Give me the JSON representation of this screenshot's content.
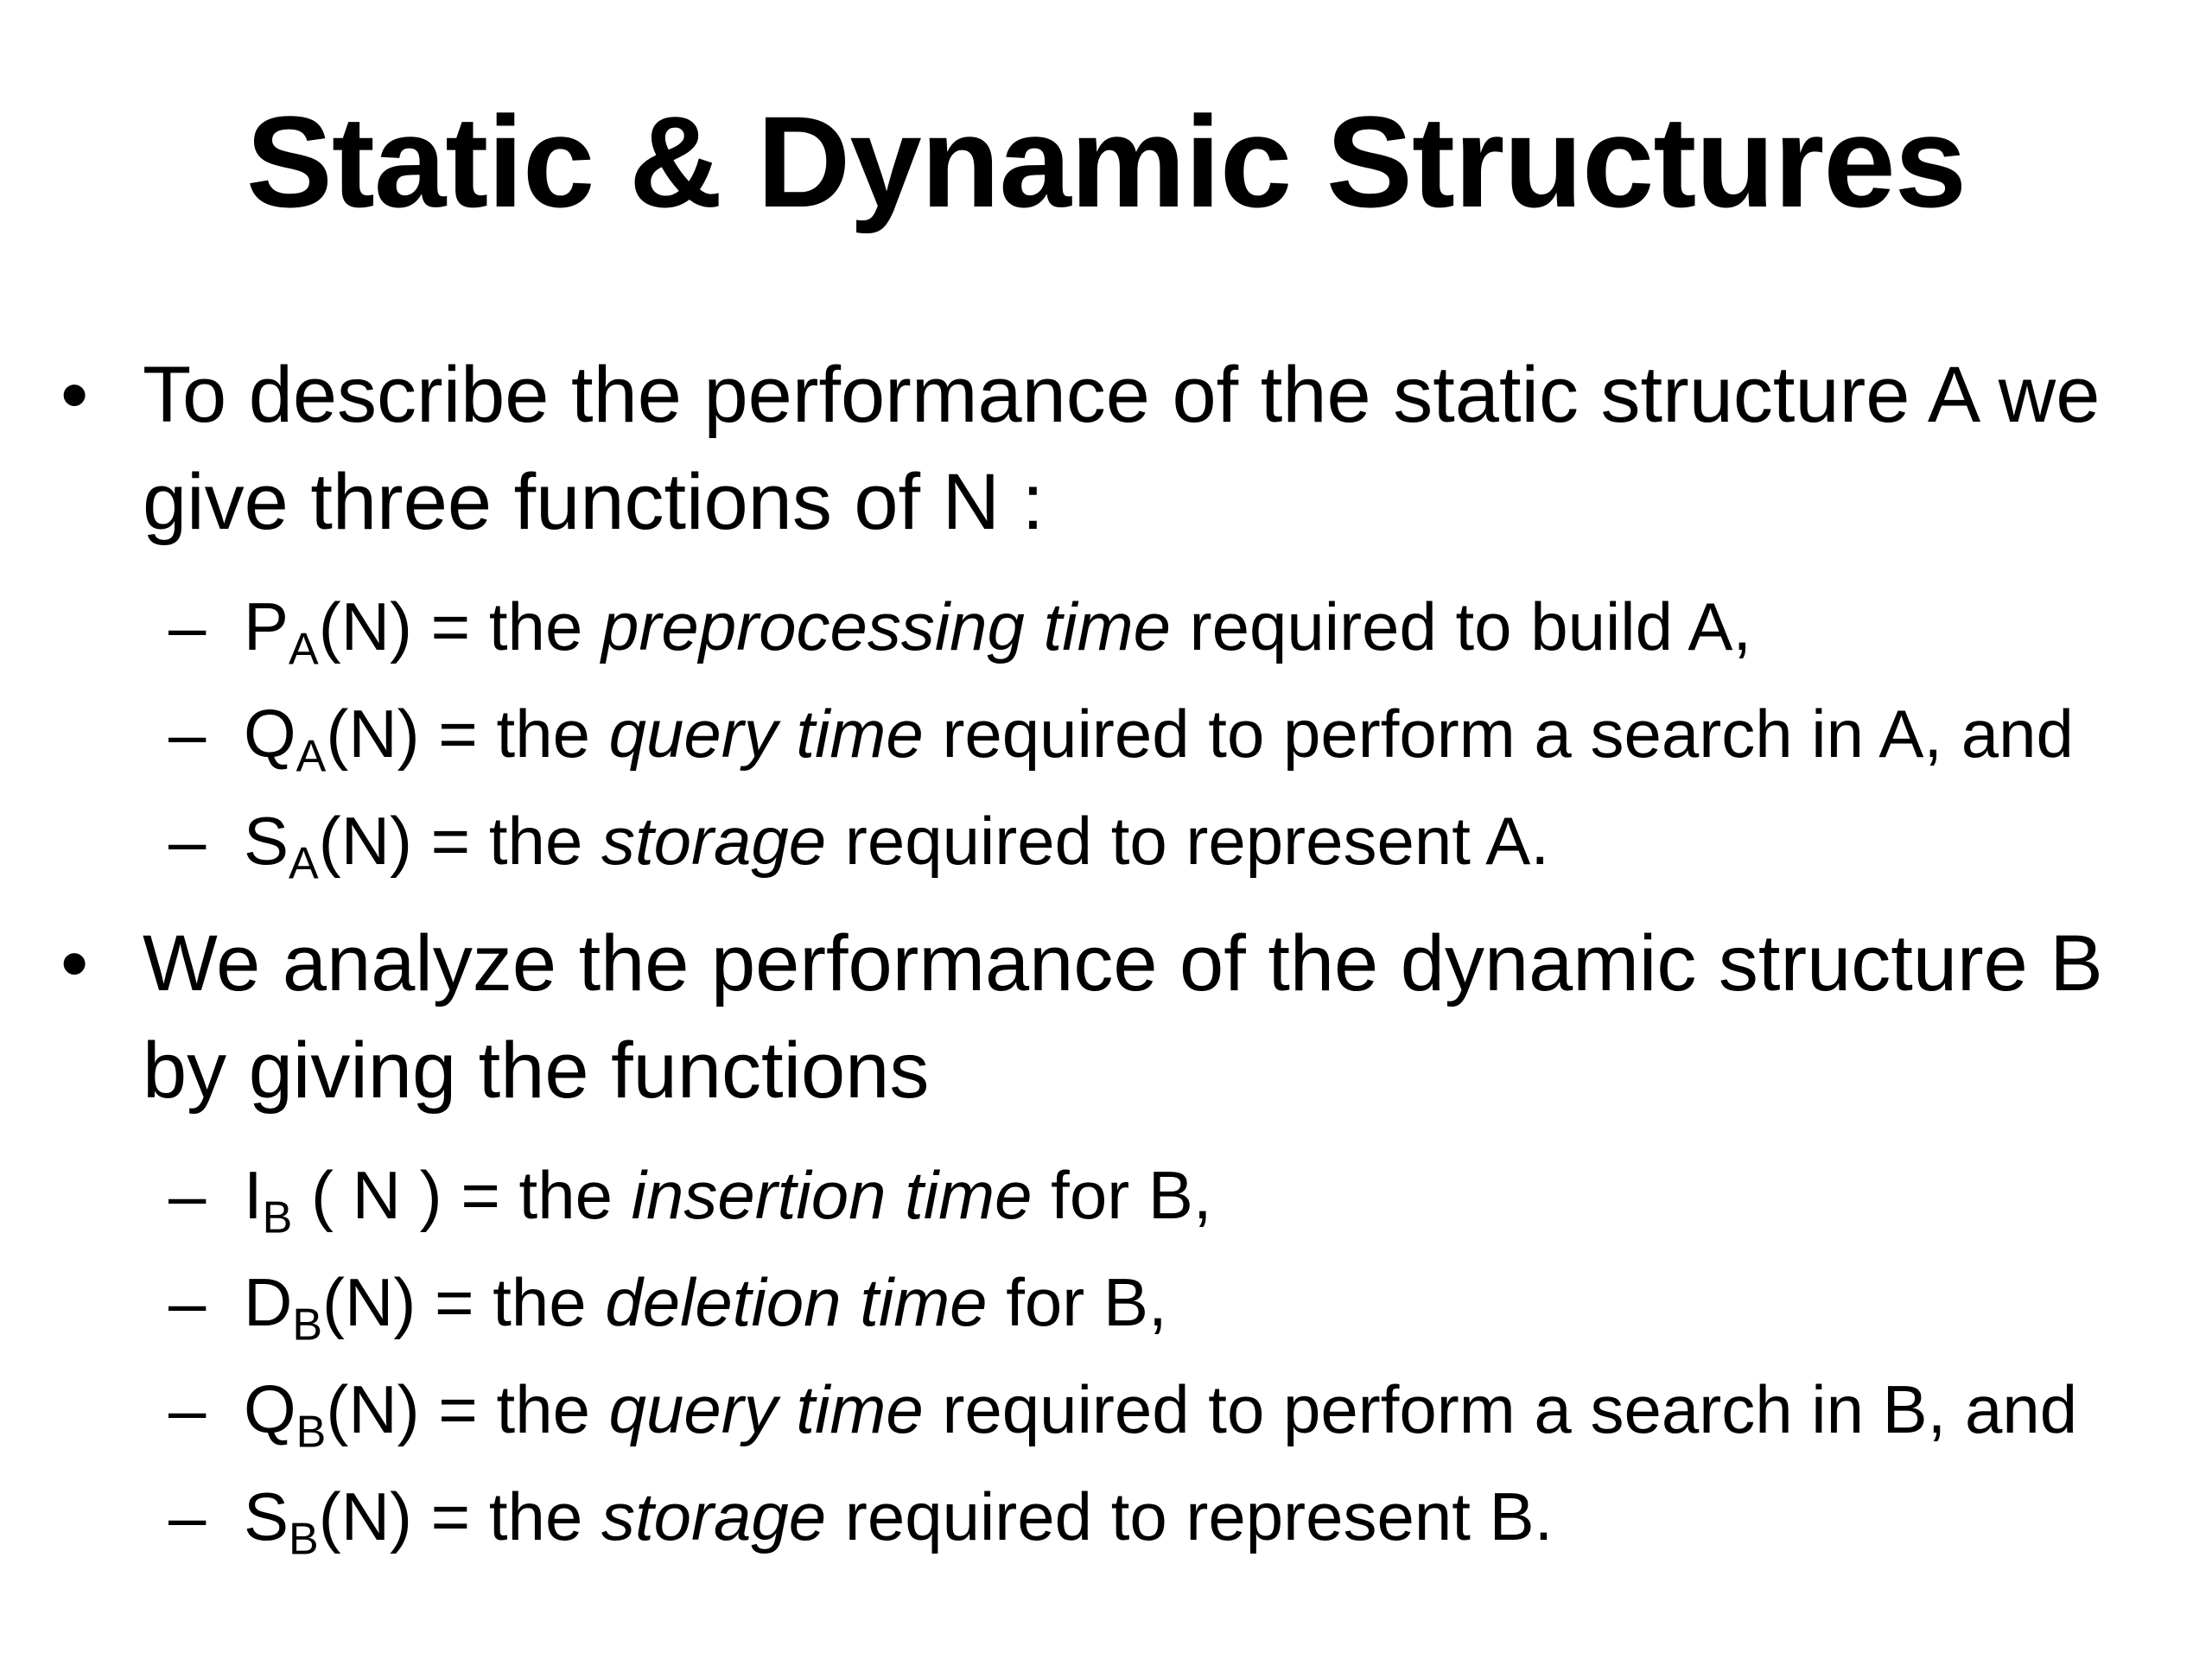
{
  "title": "Static & Dynamic Structures",
  "bullet_symbol": "•",
  "dash_symbol": "–",
  "bullets": [
    {
      "text": "To describe the performance of the static structure A we give three functions of N :",
      "items": [
        {
          "pre": "P",
          "sub": "A",
          "mid": "(N) = the ",
          "em": "preprocessing time",
          "post": " required to build A,"
        },
        {
          "pre": "Q",
          "sub": "A",
          "mid": "(N) = the ",
          "em": "query time",
          "post": " required to perform a search in A, and"
        },
        {
          "pre": "S",
          "sub": "A",
          "mid": "(N) = the ",
          "em": "storage",
          "post": " required to represent A."
        }
      ]
    },
    {
      "text": "We analyze the performance of the dynamic structure B by giving the functions",
      "items": [
        {
          "pre": "I",
          "sub": "B",
          "mid": " ( N ) = the ",
          "em": "insertion time",
          "post": " for B,"
        },
        {
          "pre": "D",
          "sub": "B",
          "mid": "(N) = the ",
          "em": "deletion time",
          "post": " for B,"
        },
        {
          "pre": "Q",
          "sub": "B",
          "mid": "(N) = the ",
          "em": "query time",
          "post": " required to perform a search in B, and"
        },
        {
          "pre": "S",
          "sub": "B",
          "mid": "(N) = the ",
          "em": "storage",
          "post": " required to represent B."
        }
      ]
    }
  ]
}
